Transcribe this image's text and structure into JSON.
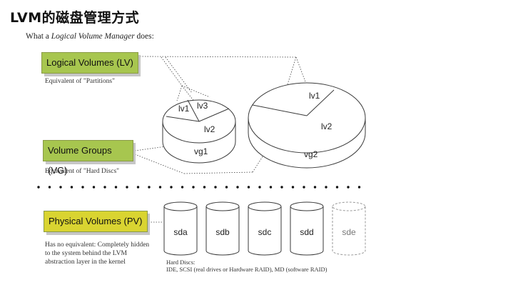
{
  "title": "LVM的磁盘管理方式",
  "subtitle": {
    "prefix": "What a ",
    "emphasis": "Logical Volume Manager",
    "suffix": " does:"
  },
  "layers": [
    {
      "id": "lv",
      "label": "Logical Volumes (LV)",
      "note": "Equivalent of \"Partitions\"",
      "color": "#a7c64f",
      "shadow": "#c6c6c6"
    },
    {
      "id": "vg",
      "label": "Volume Groups (VG)",
      "note": "Equivalent of \"Hard Discs\"",
      "color": "#a7c64f",
      "shadow": "#c6c6c6"
    },
    {
      "id": "pv",
      "label": "Physical Volumes (PV)",
      "note_lines": [
        "Has no equivalent: Completely hidden",
        "to the system behind the LVM",
        "abstraction layer in the kernel"
      ],
      "color": "#d9d431",
      "shadow": "#c6c6c6"
    }
  ],
  "volume_groups": [
    {
      "name": "vg1",
      "lvs": [
        "lv1",
        "lv3",
        "lv2"
      ]
    },
    {
      "name": "vg2",
      "lvs": [
        "lv1",
        "lv2"
      ]
    }
  ],
  "disks": [
    {
      "name": "sda",
      "dashed": false
    },
    {
      "name": "sdb",
      "dashed": false
    },
    {
      "name": "sdc",
      "dashed": false
    },
    {
      "name": "sdd",
      "dashed": false
    },
    {
      "name": "sde",
      "dashed": true
    }
  ],
  "hard_discs_note": {
    "line1": "Hard Discs:",
    "line2": "IDE, SCSI (real drives or Hardware RAID), MD (software RAID)"
  },
  "colors": {
    "stroke": "#3a3a3a",
    "dashed_disk": "#9a9a9a",
    "dots": "#111111"
  }
}
